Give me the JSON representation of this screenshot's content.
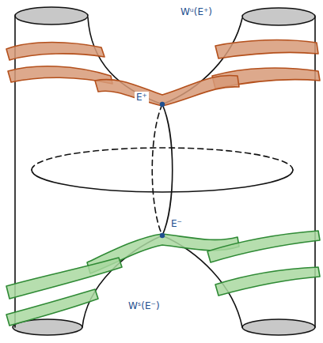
{
  "diagram": {
    "labels": [
      "Wᵘ(E⁺)",
      "E⁺",
      "E⁻",
      "Wˢ(E⁻)"
    ]
  }
}
